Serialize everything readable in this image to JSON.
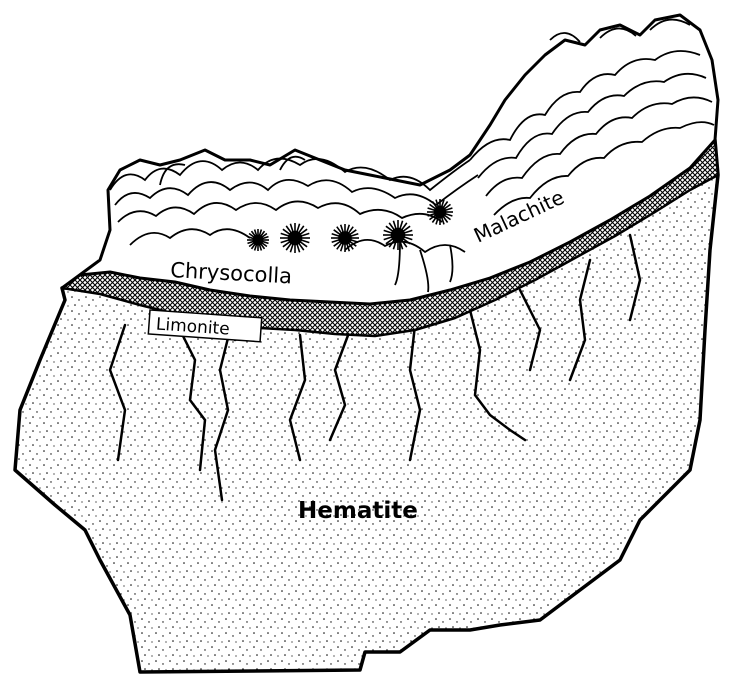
{
  "labels": {
    "chrysocolla": "Chrysocolla",
    "malachite": "Malachite",
    "limonite": "Limonite",
    "hematite": "Hematite"
  },
  "colors": {
    "ink": "#000000",
    "paper": "#ffffff"
  }
}
